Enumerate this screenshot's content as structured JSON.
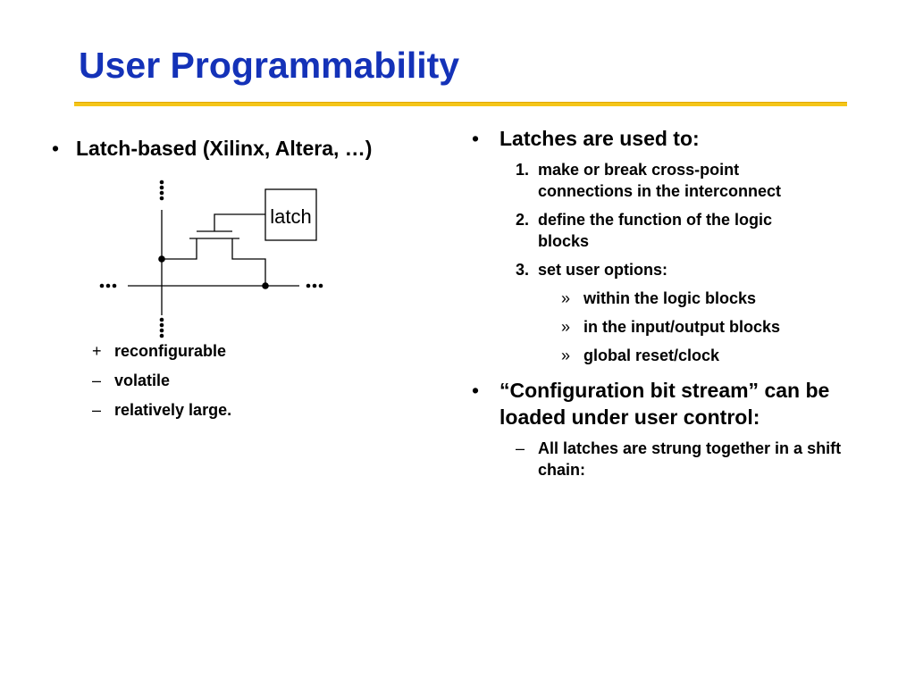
{
  "slide": {
    "title": "User Programmability"
  },
  "left": {
    "bullet": "•",
    "heading": "Latch-based (Xilinx, Altera, …)",
    "diagram": {
      "latch_label": "latch"
    },
    "items": [
      {
        "marker": "+",
        "text": "reconfigurable"
      },
      {
        "marker": "–",
        "text": "volatile"
      },
      {
        "marker": "–",
        "text": "relatively large."
      }
    ]
  },
  "right": {
    "bullet": "•",
    "heading1": "Latches are used to:",
    "numbered": [
      {
        "marker": "1.",
        "text": "make or break cross-point connections in the interconnect"
      },
      {
        "marker": "2.",
        "text": "define the function of the logic blocks"
      },
      {
        "marker": "3.",
        "text": "set user options:"
      }
    ],
    "options": [
      {
        "marker": "»",
        "text": "within the logic blocks"
      },
      {
        "marker": "»",
        "text": "in the input/output blocks"
      },
      {
        "marker": "»",
        "text": "global reset/clock"
      }
    ],
    "heading2": "“Configuration bit stream” can be loaded under user control:",
    "sub2": {
      "marker": "–",
      "text": "All latches are strung together in a shift chain:"
    }
  }
}
